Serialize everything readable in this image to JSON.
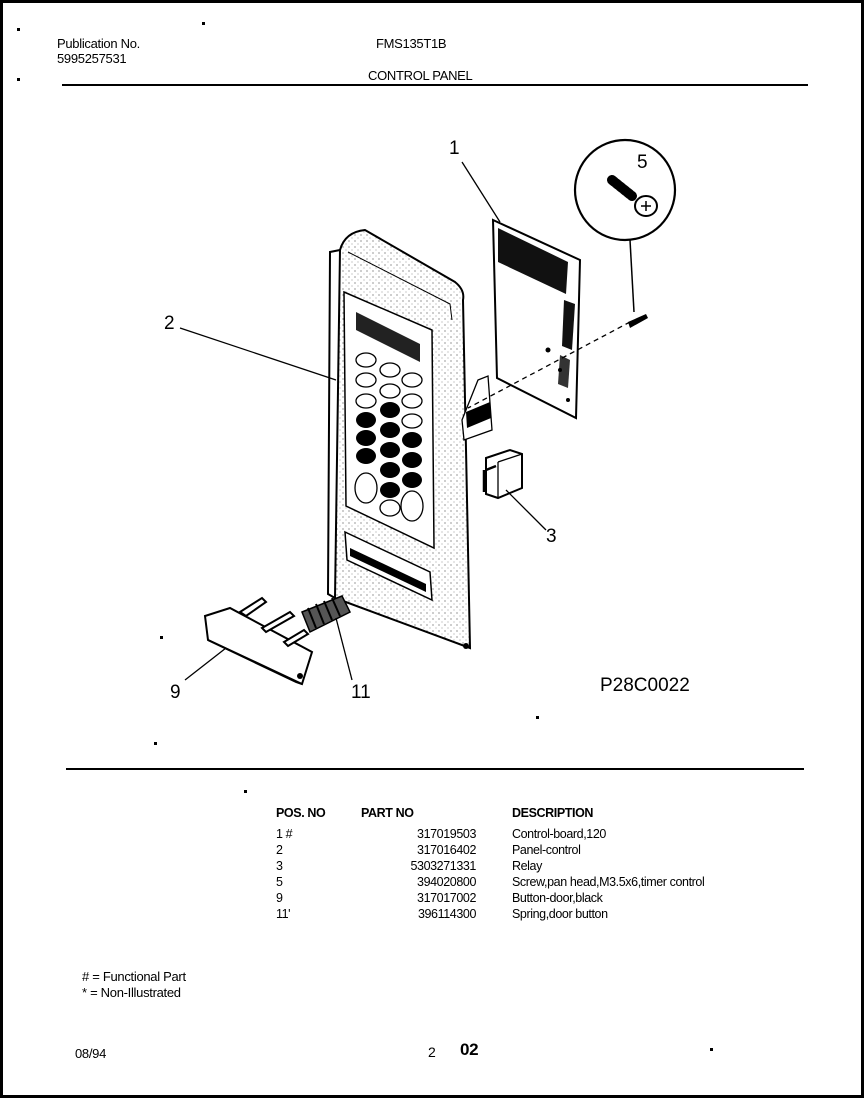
{
  "header": {
    "publication_label": "Publication No.",
    "publication_number": "5995257531",
    "model": "FMS135T1B",
    "section_title": "CONTROL PANEL"
  },
  "diagram": {
    "drawing_code": "P28C0022",
    "callouts": [
      "1",
      "2",
      "3",
      "5",
      "9",
      "11"
    ]
  },
  "parts_table": {
    "headers": {
      "pos": "POS. NO",
      "part": "PART NO",
      "desc": "DESCRIPTION"
    },
    "rows": [
      {
        "pos": "1  #",
        "part": "317019503",
        "desc": "Control-board,120"
      },
      {
        "pos": "2",
        "part": "317016402",
        "desc": "Panel-control"
      },
      {
        "pos": "3",
        "part": "5303271331",
        "desc": "Relay"
      },
      {
        "pos": "5",
        "part": "394020800",
        "desc": "Screw,pan head,M3.5x6,timer control"
      },
      {
        "pos": "9",
        "part": "317017002",
        "desc": "Button-door,black"
      },
      {
        "pos": "11'",
        "part": "396114300",
        "desc": "Spring,door button"
      }
    ]
  },
  "legend": {
    "functional": "# = Functional Part",
    "non_illustrated": "* = Non-Illustrated"
  },
  "footer": {
    "date": "08/94",
    "page": "2",
    "page_suffix": "02"
  }
}
